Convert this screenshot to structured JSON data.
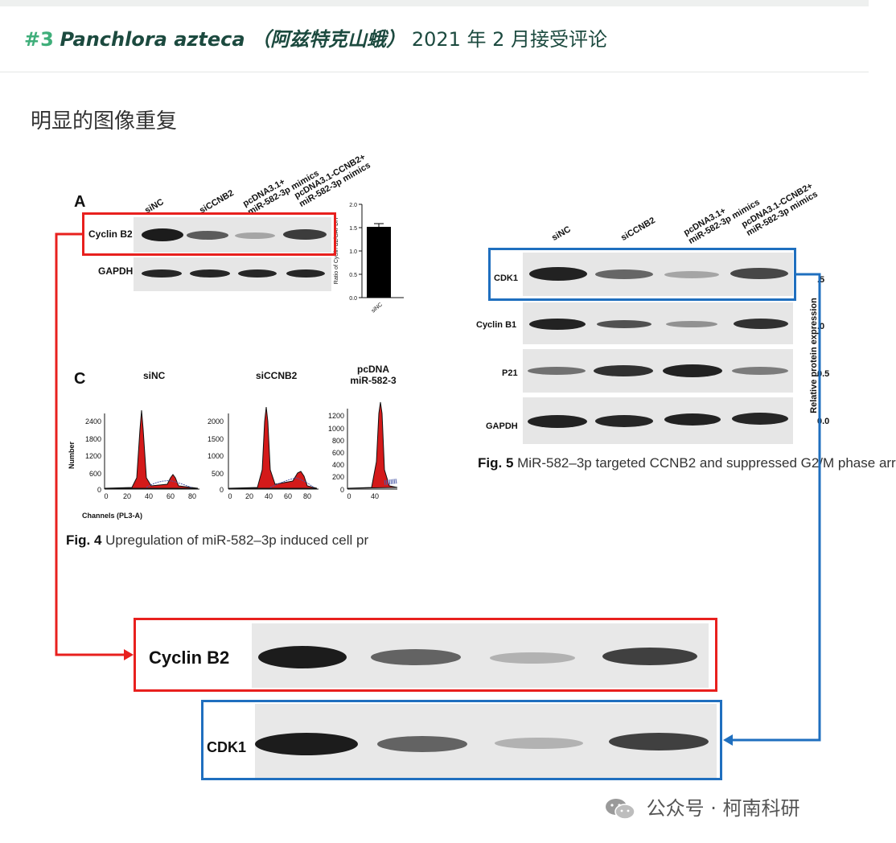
{
  "header": {
    "number": "#3",
    "species": "Panchlora azteca",
    "species_cn": "（阿兹特克山蛾）",
    "date_text": "2021 年 2 月接受评论"
  },
  "section_title": "明显的图像重复",
  "fig4": {
    "panel_a": "A",
    "lanes": [
      "siNC",
      "siCCNB2",
      "pcDNA3.1+\nmiR-582-3p mimics",
      "pcDNA3.1-CCNB2+\nmiR-582-3p mimics"
    ],
    "rows": [
      "Cyclin B2",
      "GAPDH"
    ],
    "bar_ylabel": "Ratio of Cyclin B2/GAPDH",
    "bar_ticks": [
      "2.0",
      "1.5",
      "1.0",
      "0.5",
      "0.0"
    ],
    "bar_xlabel": "siNC",
    "panel_c": "C",
    "hist_titles": [
      "siNC",
      "siCCNB2",
      "pcDNA\nmiR-582-3"
    ],
    "hist_ylabel": "Number",
    "hist_xlabel": "Channels (PL3-A)",
    "hist1_yticks": [
      "2400",
      "1800",
      "1200",
      "600",
      "0"
    ],
    "hist2_yticks": [
      "2000",
      "1500",
      "1000",
      "500",
      "0"
    ],
    "hist3_yticks": [
      "1200",
      "1000",
      "800",
      "600",
      "400",
      "200",
      "0"
    ],
    "hist_xticks": [
      "0",
      "20",
      "40",
      "60",
      "80"
    ],
    "caption_label": "Fig. 4",
    "caption_text": "Upregulation of miR-582–3p induced cell pr"
  },
  "fig5": {
    "lanes": [
      "siNC",
      "siCCNB2",
      "pcDNA3.1+\nmiR-582-3p mimics",
      "pcDNA3.1-CCNB2+\nmiR-582-3p mimics"
    ],
    "rows": [
      "CDK1",
      "Cyclin B1",
      "P21",
      "GAPDH"
    ],
    "side_label": "Relative protein expression",
    "side_ticks": [
      ".5",
      ".0",
      "0.5",
      "0.0"
    ],
    "caption_label": "Fig. 5",
    "caption_text": "MiR-582–3p targeted CCNB2 and suppressed G2/M phase arr"
  },
  "zoom": {
    "top_label": "Cyclin B2",
    "bottom_label": "CDK1"
  },
  "colors": {
    "red_box": "#e8201e",
    "blue_box": "#1f6fbf",
    "accent_green": "#3fae7a",
    "title_green": "#1c4a3f"
  },
  "footer": {
    "icon": "wechat-icon",
    "text": "公众号 · 柯南科研"
  }
}
